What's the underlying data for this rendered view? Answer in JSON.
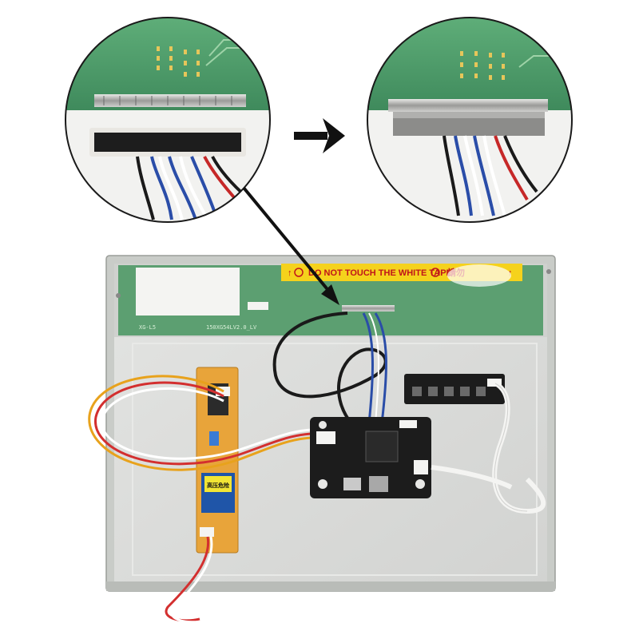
{
  "warning_tape": {
    "text": "DO NOT TOUCH THE WHITE TAPE",
    "cjk_text": "請勿",
    "color": "#f5d21c",
    "text_color": "#c0151b"
  },
  "panel": {
    "model_label": "150XG54LV2.0_LV",
    "side_label": "XG-L5",
    "frame_color": "#c9ccc8",
    "pcb_color": "#4f9a6a"
  },
  "inverter_label": "高压危险",
  "arrow_icon": "right-arrow-icon",
  "zoom_circles": [
    "connector-before",
    "connector-after"
  ]
}
